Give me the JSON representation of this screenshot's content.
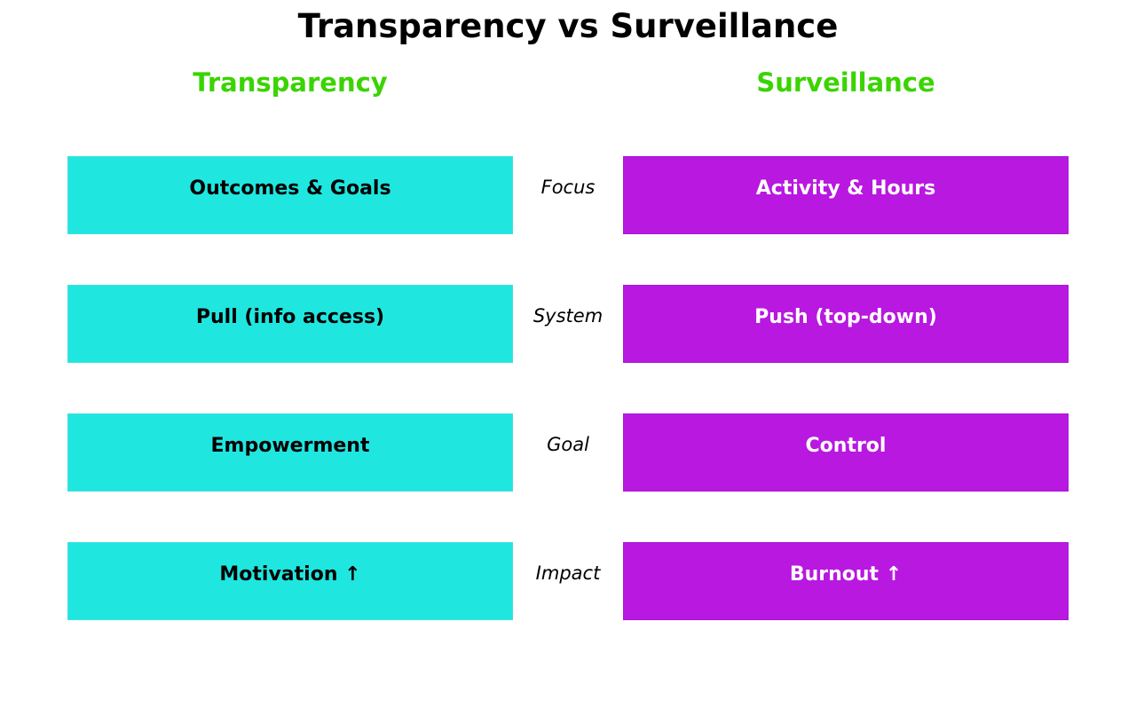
{
  "title": "Transparency vs Surveillance",
  "left_header": "Transparency",
  "right_header": "Surveillance",
  "colors": {
    "left": "#20e6e0",
    "right": "#b818e0",
    "header": "#3ad400"
  },
  "rows": [
    {
      "left": "Outcomes & Goals",
      "label": "Focus",
      "right": "Activity & Hours"
    },
    {
      "left": "Pull (info access)",
      "label": "System",
      "right": "Push (top-down)"
    },
    {
      "left": "Empowerment",
      "label": "Goal",
      "right": "Control"
    },
    {
      "left": "Motivation ↑",
      "label": "Impact",
      "right": "Burnout ↑"
    }
  ]
}
